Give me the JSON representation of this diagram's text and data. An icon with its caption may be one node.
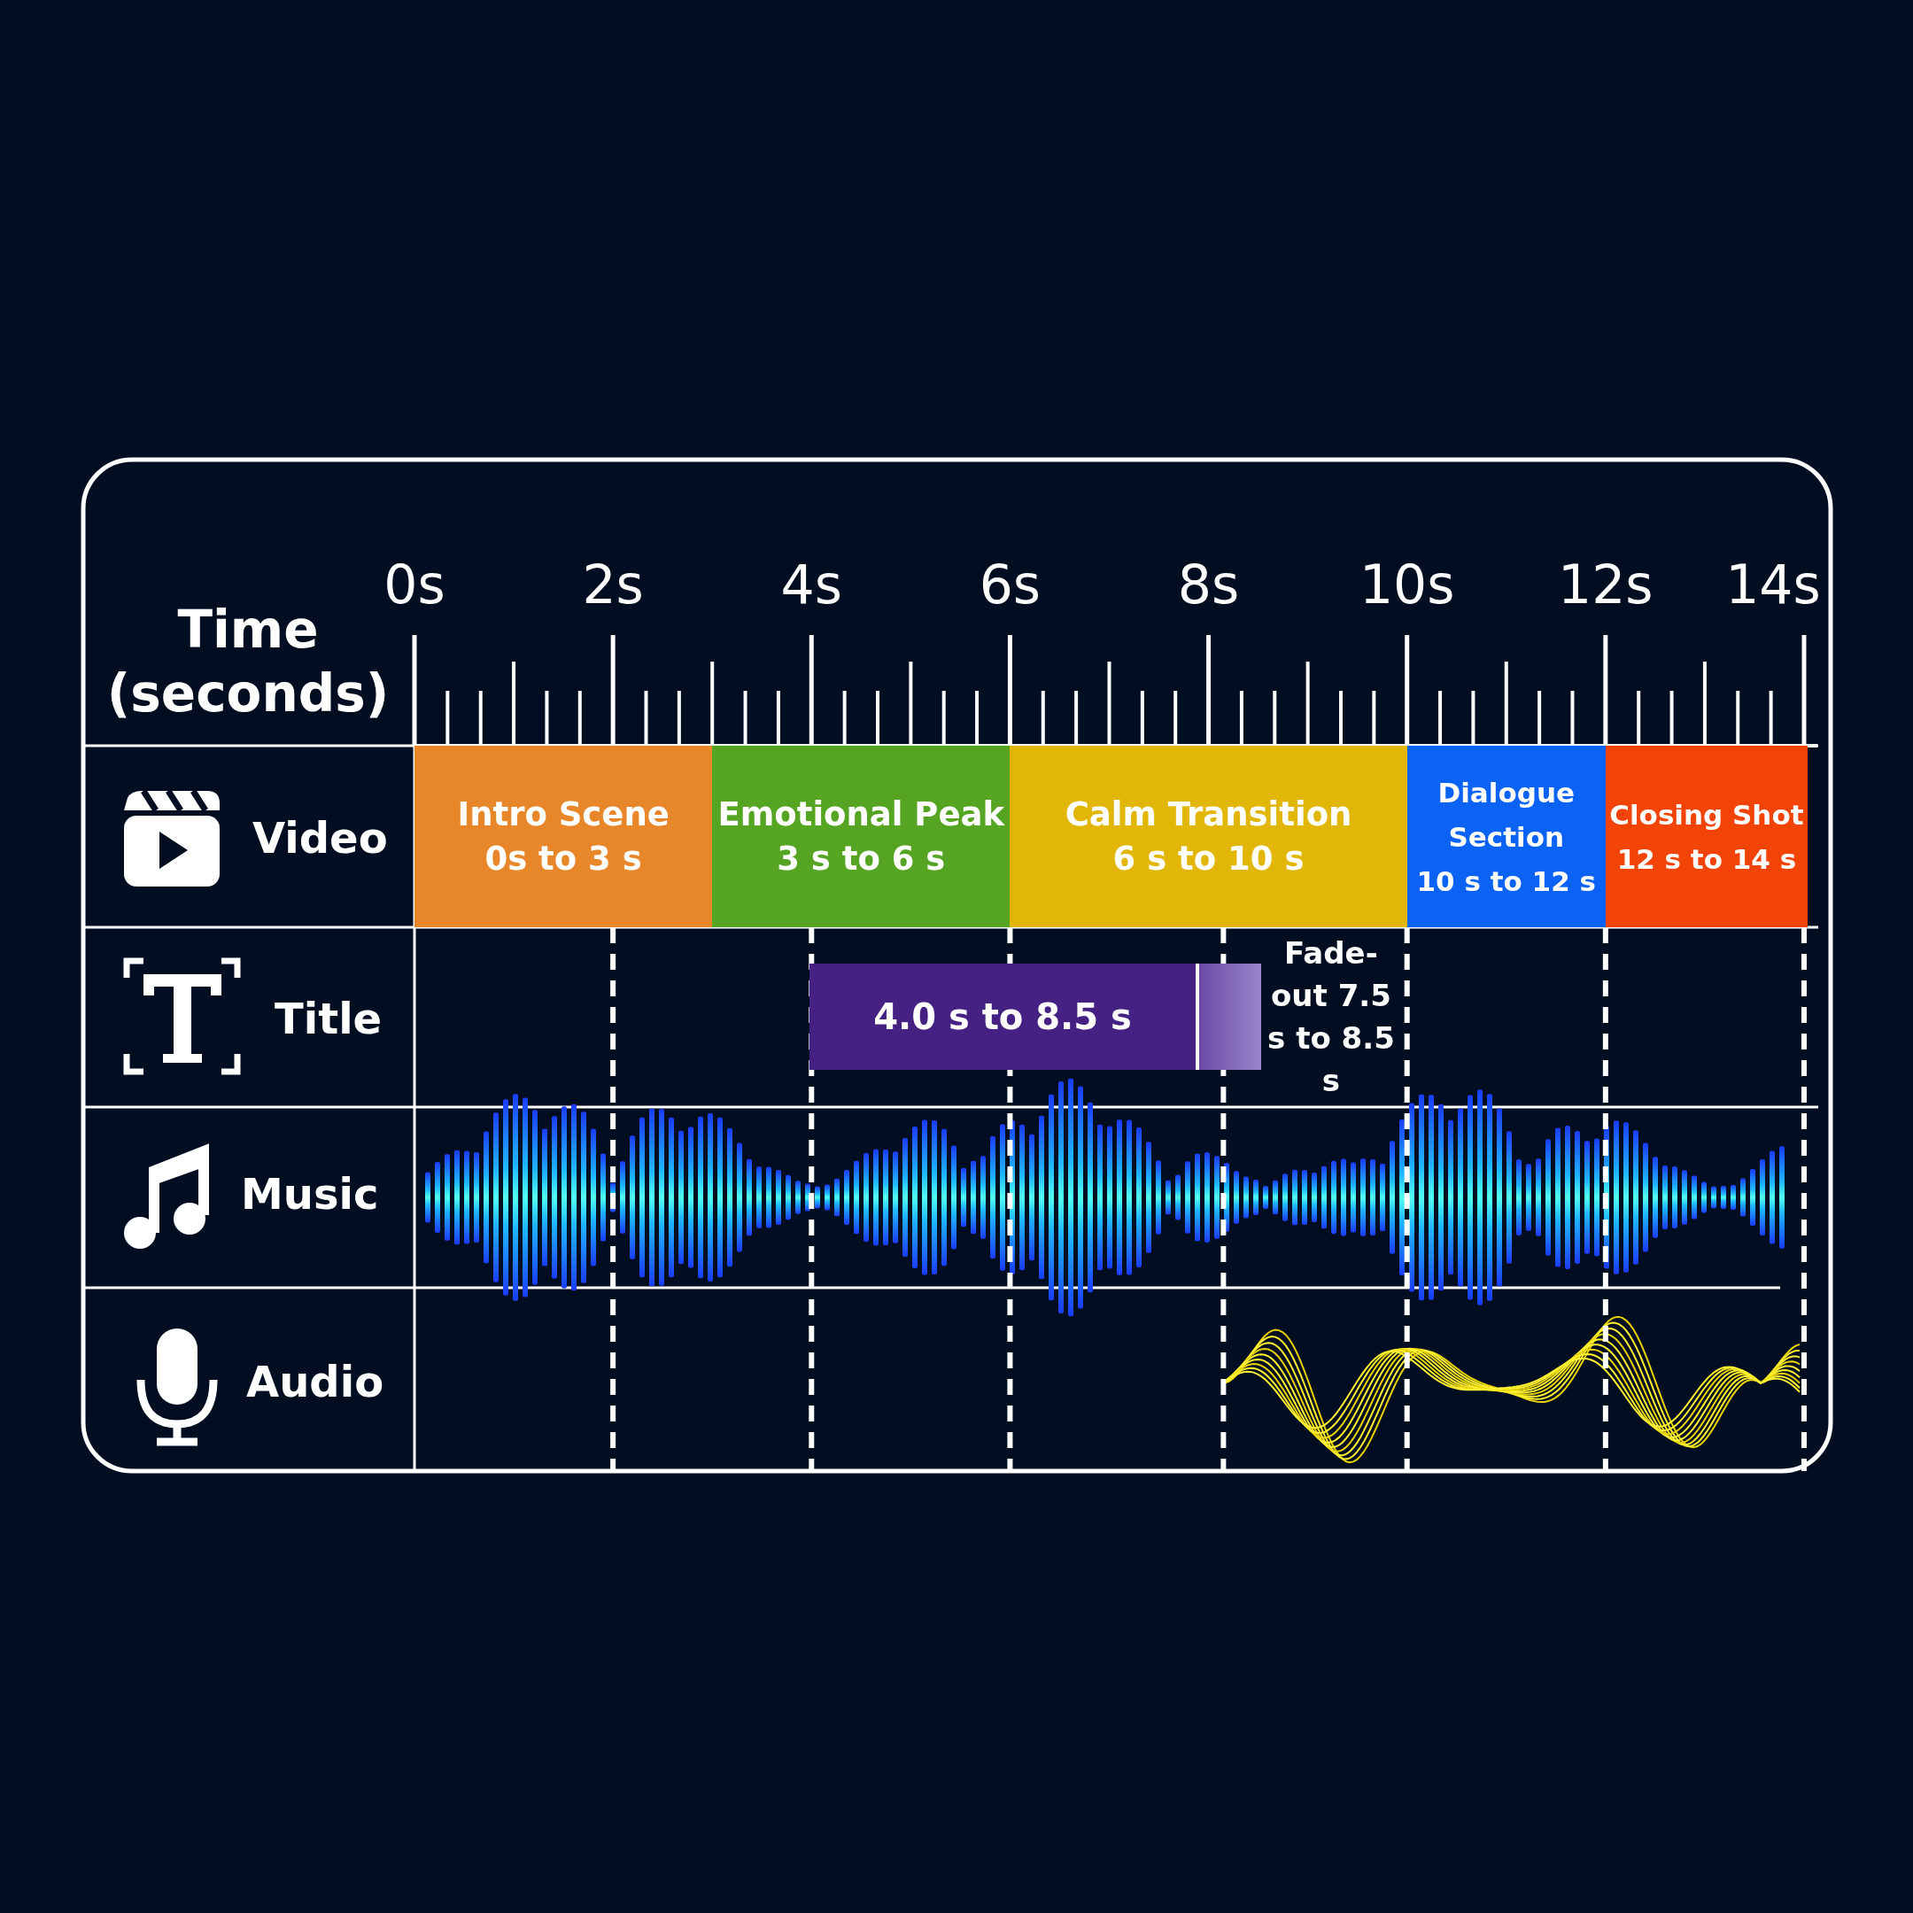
{
  "diagram": {
    "nodes": [
      {
        "text": [
          "Intro Scene",
          "0s to 3 s"
        ]
      },
      {
        "text": [
          "Emotional Peak",
          "3 s to 6 s"
        ]
      },
      {
        "text": [
          "Calm Transition",
          "6 s to 10 s"
        ]
      },
      {
        "text": [
          "Dialogue Section",
          "10 s to 12 s"
        ]
      },
      {
        "text": [
          "Closing Shot",
          "12 s to 14 s"
        ]
      },
      {
        "text": [
          "4.0 s to 8.5  s"
        ]
      },
      {
        "text": [],
        "shape": "bar",
        "beside": [
          "Fade-out 7.5 s to 8.5  s"
        ]
      }
    ],
    "labels": [
      "Time (seconds)",
      "0s",
      "2s",
      "4s",
      "6s",
      "8s",
      "10s",
      "12s",
      "14s",
      "Video",
      "Title",
      "Music",
      "Audio"
    ]
  }
}
